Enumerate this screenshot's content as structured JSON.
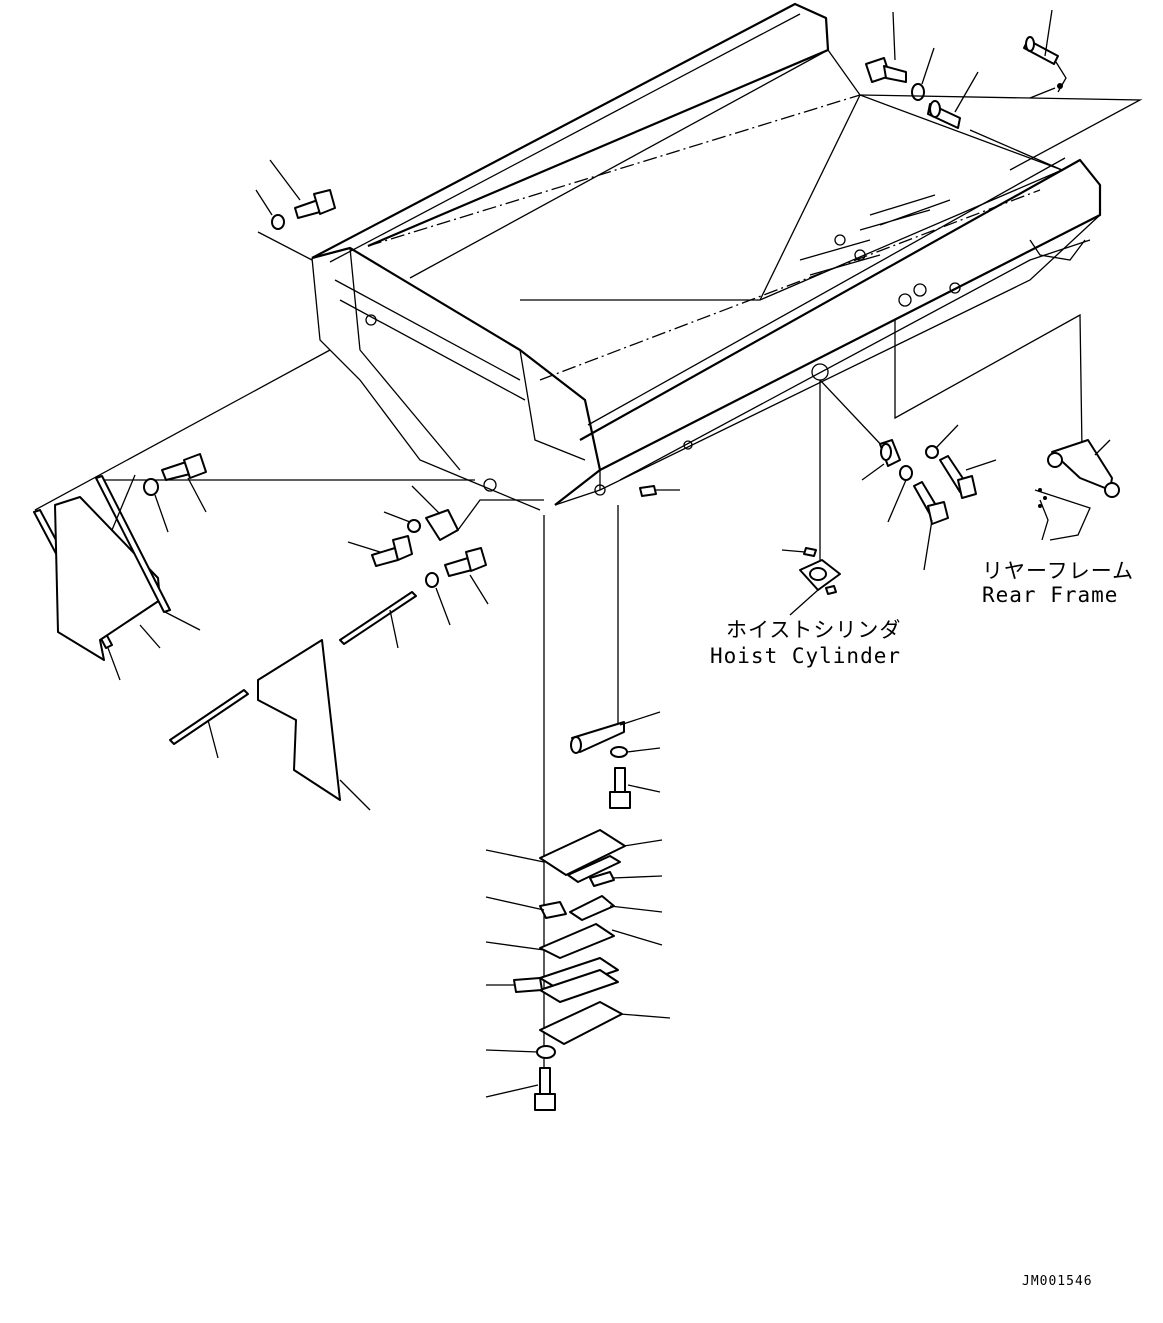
{
  "labels": {
    "hoist_cylinder_jp": "ホイストシリンダ",
    "hoist_cylinder_en": "Hoist Cylinder",
    "rear_frame_jp": "リヤーフレーム",
    "rear_frame_en": "Rear Frame"
  },
  "drawing_code": "JM001546",
  "colors": {
    "line": "#000000",
    "background": "#ffffff"
  }
}
